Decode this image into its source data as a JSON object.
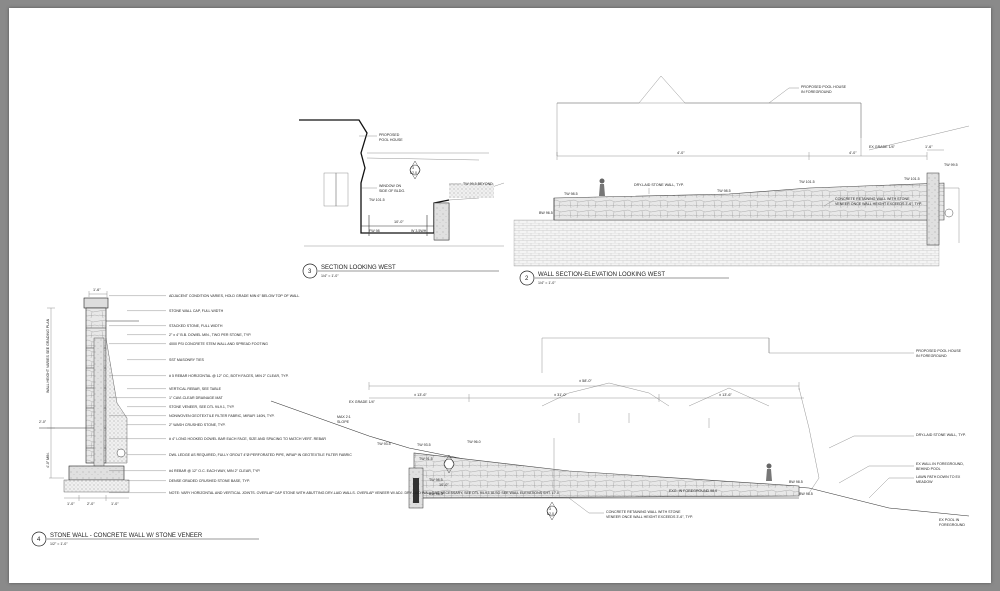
{
  "drawing_titles": {
    "d2": {
      "number": "2",
      "title": "WALL SECTION-ELEVATION LOOKING WEST",
      "scale": "1/4\" = 1'-0\""
    },
    "d3": {
      "number": "3",
      "title": "SECTION LOOKING WEST",
      "scale": "1/4\" = 1'-0\""
    },
    "d4": {
      "number": "4",
      "title": "STONE WALL - CONCRETE WALL W/ STONE VENEER",
      "scale": "1/2\" = 1'-0\""
    }
  },
  "d2": {
    "callout_house": [
      "PROPOSED POOL HOUSE",
      "IN FOREGROUND"
    ],
    "callout_grade": "EX GRADE 1/4\"",
    "callout_drylaid": "DRY-LAID STONE WALL, TYP.",
    "callout_concrete": [
      "CONCRETE RETAINING WALL WITH STONE",
      "VENEER ONCE WALL HEIGHT EXCEEDS 3'-6\", TYP."
    ],
    "dims": [
      "4'-0\"",
      "4'-0\"",
      "1'-6\"",
      "1'-6\""
    ],
    "elevs": [
      "TW 98.5",
      "BW 96.5",
      "TW 98.5",
      "TW 101.5",
      "TW 101.5",
      "TW 99.5"
    ],
    "section_tag": {
      "num": "3",
      "sheet": "L2.0"
    }
  },
  "d3": {
    "callout_house": [
      "PROPOSED",
      "POOL HOUSE"
    ],
    "callout_window": [
      "WINDOW ON",
      "SIDE OF BLDG."
    ],
    "callout_tw": "TW 99.5 BEYOND",
    "elevs": [
      "TW 101.5",
      "FW 98",
      "W 3.5WH"
    ],
    "dims": [
      "10'-0\"",
      "10'-0\""
    ],
    "section_tag": {
      "num": "3",
      "sheet": "L2.0"
    }
  },
  "d1": {
    "callout_house": [
      "PROPOSED POOL HOUSE",
      "IN FOREGROUND"
    ],
    "callout_drylaid": "DRY-LAID STONE WALL, TYP.",
    "callout_exwall": [
      "EX WALL IN FOREGROUND,",
      "BEHIND POOL"
    ],
    "callout_lawn": [
      "LAWN PATH DOWN TO EX",
      "MEADOW"
    ],
    "callout_pool": [
      "EX POOL IN",
      "FOREGROUND"
    ],
    "callout_concrete": [
      "CONCRETE RETAINING WALL WITH STONE",
      "VENEER ONCE WALL HEIGHT EXCEEDS 3'-6\", TYP."
    ],
    "callout_grade": "EX GRADE 1/4\"",
    "callout_slope": [
      "MAX 2:1",
      "SLOPE"
    ],
    "dims_top": "± 58'-0\"",
    "dims_mid": [
      "± 13'-6\"",
      "± 31'-0\"",
      "± 13'-6\""
    ],
    "elevs": [
      "TW 93.5",
      "TW 93.5",
      "TW 91.5",
      "TW 98.5",
      "BW 96.5",
      "TW 96.0",
      "BW 98.5",
      "BW 98.5"
    ],
    "dims_small": [
      "10'-0\"",
      "2'-0\""
    ],
    "pool_elev": "EXG. IN FOREGROUND 98.0",
    "section_tag": {
      "num": "3",
      "sheet": "L2.0"
    }
  },
  "d4": {
    "notes": [
      "ADJACENT CONDITION VARIES, HOLD GRADE MIN 6\" BELOW TOP OF WALL",
      "STONE WALL CAP, FULL WIDTH",
      "STACKED STONE, FULL WIDTH",
      "2\" x 4\" B.B. DOWEL MIN., TWO PER STONE, TYP.",
      "4000 PSI CONCRETE STEM WALL AND SPREAD FOOTING",
      "SST MASONRY TIES",
      "# 5 REBAR HORIZONTAL @ 12\" OC, BOTH FACES, MIN 2\" CLEAR, TYP.",
      "VERTICAL REBAR, SEE TABLE",
      "1\" CAVI-CLEAR DRAINAGE MAT",
      "STONE VENEER, SEE DTL 9/L9.1, TYP.",
      "NONWOVEN GEOTEXTILE FILTER FABRIC, MIRAFI 140N, TYP.",
      "2\" WASH CRUSHED STONE, TYP.",
      "# 4\" LONG HOOKED DOWEL BAR EACH FACE, SIZE AND SPACING TO MATCH VERT. REBAR",
      "DWL LEDGE AS REQUIRED, FULLY GROUT 4\"Ø PERFORATED PIPE, WRAP IN GEOTEXTILE FILTER FABRIC",
      "#4 REBAR @ 12\" O.C. EACH WAY, MIN 2\" CLEAR, TYP.",
      "DENSE GRADED CRUSHED STONE BASE, TYP.",
      "NOTE: VARY HORIZONTAL AND VERTICAL JOINTS. OVERLAP CAP STONE WITH ABUTTING DRY-LAID WALLS. OVERLAP VENEER W/ ADJ. DRY-LAID WALLS AS NECESSARY. SEE DTL 9/L9.1 ALSO SEE WALL ELEVATIONS SHT. L7.0"
    ],
    "dims_side": [
      "WALL HEIGHT VARIES SEE GRADING PLAN",
      "4'-0\" MIN.",
      "2'-0\""
    ],
    "dims_bottom": [
      "1'-0\"",
      "2'-0\"",
      "1'-0\""
    ],
    "dim_top": "1'-6\""
  }
}
